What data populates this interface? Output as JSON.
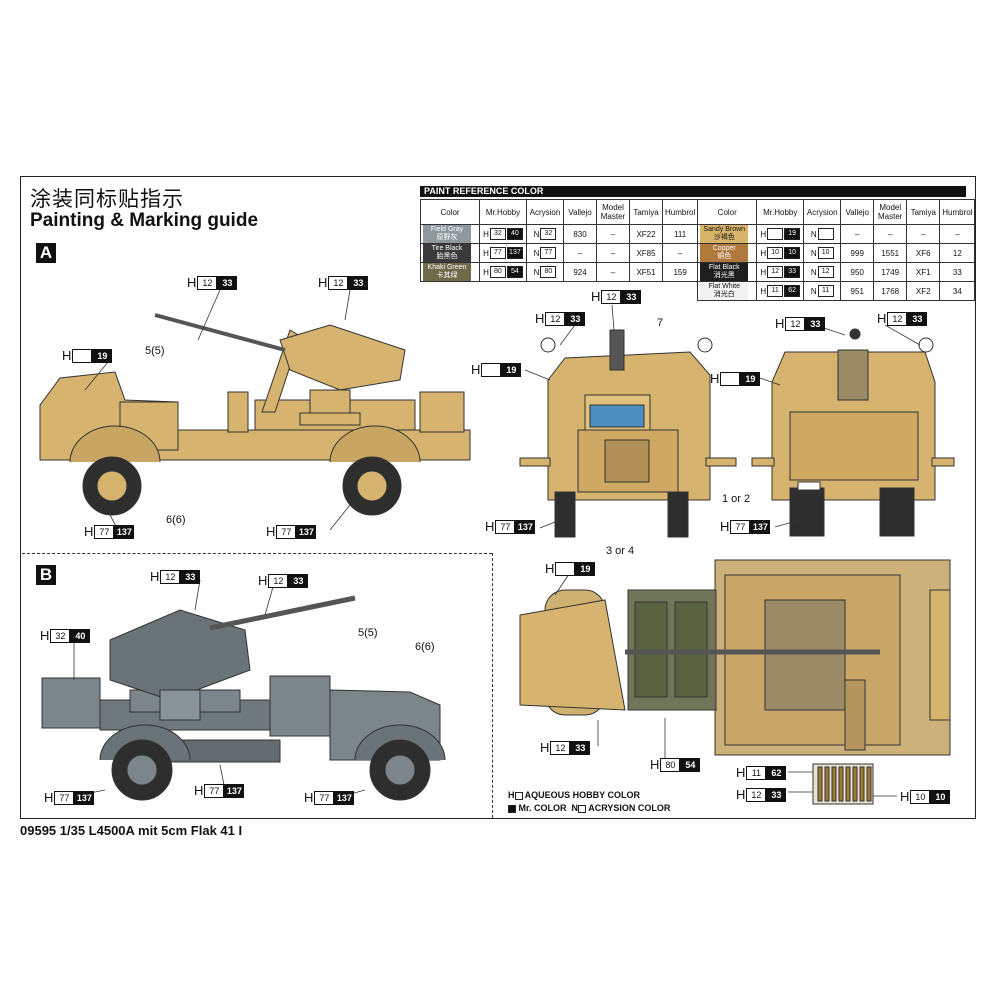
{
  "header": {
    "title_cn": "涂装同标贴指示",
    "title_en": "Painting & Marking guide"
  },
  "sections": {
    "a": "A",
    "b": "B"
  },
  "footer": {
    "text": "09595 1/35 L4500A mit 5cm Flak 41 I"
  },
  "paint_table": {
    "title": "PAINT  REFERENCE COLOR",
    "headers": [
      "Color",
      "Mr.Hobby",
      "Acrysion",
      "Vallejo",
      "Model Master",
      "Tamiya",
      "Humbrol"
    ],
    "left": [
      {
        "name": "Field Gray",
        "name_cn": "原野灰",
        "hobby_a": "32",
        "hobby_b": "40",
        "acrysion": "32",
        "vallejo": "830",
        "model_master": "–",
        "tamiya": "XF22",
        "humbrol": "111",
        "color": "#8f989c"
      },
      {
        "name": "Tire Black",
        "name_cn": "胎黑色",
        "hobby_a": "77",
        "hobby_b": "137",
        "acrysion": "77",
        "vallejo": "–",
        "model_master": "–",
        "tamiya": "XF85",
        "humbrol": "–",
        "color": "#3a3a3a"
      },
      {
        "name": "Khaki Green",
        "name_cn": "卡其绿",
        "hobby_a": "80",
        "hobby_b": "54",
        "acrysion": "80",
        "vallejo": "924",
        "model_master": "–",
        "tamiya": "XF51",
        "humbrol": "159",
        "color": "#6f6a4a"
      }
    ],
    "right": [
      {
        "name": "Sandy Brown",
        "name_cn": "沙褐色",
        "hobby_a": "",
        "hobby_b": "19",
        "acrysion": "",
        "vallejo": "–",
        "model_master": "–",
        "tamiya": "–",
        "humbrol": "–",
        "color": "#d8b46a"
      },
      {
        "name": "Copper",
        "name_cn": "铜色",
        "hobby_a": "10",
        "hobby_b": "10",
        "acrysion": "10",
        "vallejo": "999",
        "model_master": "1551",
        "tamiya": "XF6",
        "humbrol": "12",
        "color": "#b07a3c"
      },
      {
        "name": "Flat Black",
        "name_cn": "消光黑",
        "hobby_a": "12",
        "hobby_b": "33",
        "acrysion": "12",
        "vallejo": "950",
        "model_master": "1749",
        "tamiya": "XF1",
        "humbrol": "33",
        "color": "#1e1e1e"
      },
      {
        "name": "Flat White",
        "name_cn": "消光白",
        "hobby_a": "11",
        "hobby_b": "62",
        "acrysion": "11",
        "vallejo": "951",
        "model_master": "1768",
        "tamiya": "XF2",
        "humbrol": "34",
        "color": "#f2f2f2"
      }
    ]
  },
  "callouts": {
    "a_flak1": {
      "h": "H",
      "a": "12",
      "b": "33"
    },
    "a_flak2": {
      "h": "H",
      "a": "12",
      "b": "33"
    },
    "a_cab": {
      "h": "H",
      "a": "",
      "b": "19"
    },
    "a_tire1": {
      "h": "H",
      "a": "77",
      "b": "137"
    },
    "a_tire2": {
      "h": "H",
      "a": "77",
      "b": "137"
    },
    "f_top": {
      "h": "H",
      "a": "12",
      "b": "33"
    },
    "f_mirror": {
      "h": "H",
      "a": "12",
      "b": "33"
    },
    "f_body": {
      "h": "H",
      "a": "",
      "b": "19"
    },
    "f_tire": {
      "h": "H",
      "a": "77",
      "b": "137"
    },
    "r_gun": {
      "h": "H",
      "a": "12",
      "b": "33"
    },
    "r_mirror": {
      "h": "H",
      "a": "12",
      "b": "33"
    },
    "r_body": {
      "h": "H",
      "a": "",
      "b": "19"
    },
    "r_tire": {
      "h": "H",
      "a": "77",
      "b": "137"
    },
    "b_flak1": {
      "h": "H",
      "a": "12",
      "b": "33"
    },
    "b_flak2": {
      "h": "H",
      "a": "12",
      "b": "33"
    },
    "b_body": {
      "h": "H",
      "a": "32",
      "b": "40"
    },
    "b_tire1": {
      "h": "H",
      "a": "77",
      "b": "137"
    },
    "b_tire2": {
      "h": "H",
      "a": "77",
      "b": "137"
    },
    "b_tire3": {
      "h": "H",
      "a": "77",
      "b": "137"
    },
    "t_top": {
      "h": "H",
      "a": "",
      "b": "19"
    },
    "t_tire": {
      "h": "H",
      "a": "12",
      "b": "33"
    },
    "t_floor": {
      "h": "H",
      "a": "80",
      "b": "54"
    },
    "t_shell1": {
      "h": "H",
      "a": "11",
      "b": "62"
    },
    "t_shell2": {
      "h": "H",
      "a": "12",
      "b": "33"
    },
    "t_shell3": {
      "h": "H",
      "a": "10",
      "b": "10"
    }
  },
  "labels": {
    "a_5": "5(5)",
    "a_6": "6(6)",
    "f_7": "7",
    "f_34": "3 or 4",
    "r_12": "1 or 2",
    "b_5": "5(5)",
    "b_6": "6(6)"
  },
  "legend": {
    "line1": "AQUEOUS HOBBY COLOR",
    "line2": "Mr. COLOR",
    "line3": "ACRYSION COLOR",
    "mark1": "H",
    "mark3": "N"
  },
  "colors": {
    "sand": "#d6b36e",
    "gray": "#7c858a",
    "tire": "#2e2e2e"
  }
}
